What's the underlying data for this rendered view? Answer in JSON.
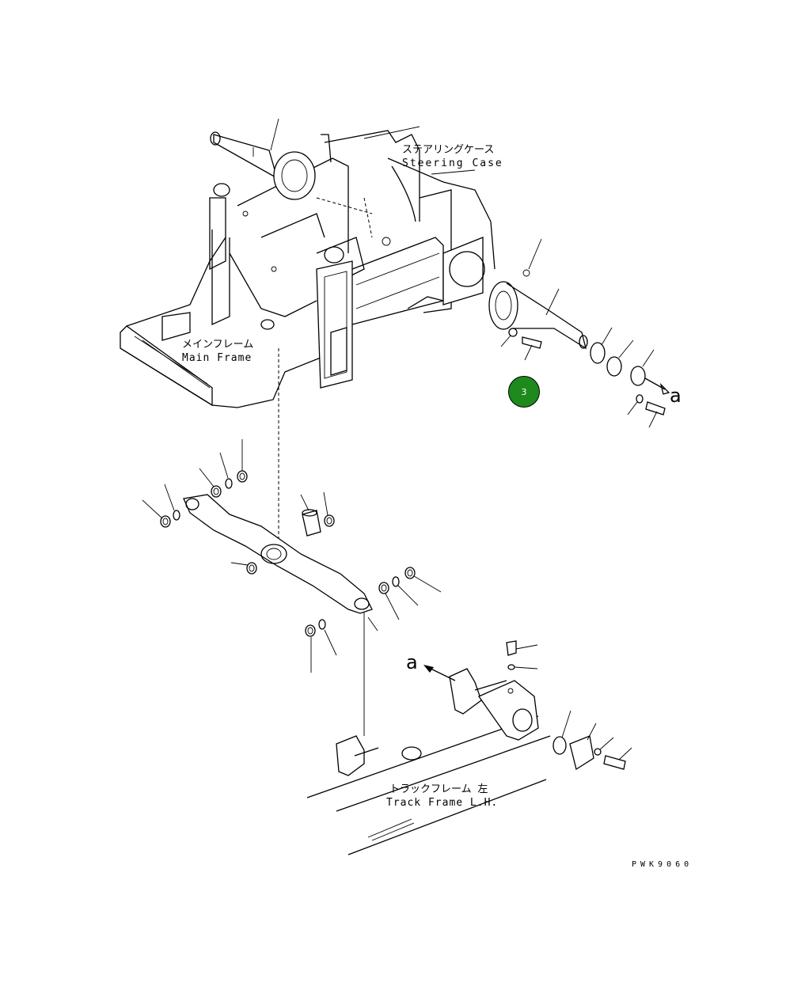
{
  "labels": {
    "steering_case_jp": "ステアリングケース",
    "steering_case_en": "Steering Case",
    "main_frame_jp": "メインフレーム",
    "main_frame_en": "Main Frame",
    "track_frame_jp": "トラックフレーム 左",
    "track_frame_en": "Track Frame L.H."
  },
  "references": {
    "ref_a_right": "a",
    "ref_a_lower": "a"
  },
  "drawing_code": "PWK9060",
  "callout": {
    "number": "3",
    "color": "#1e8a1e"
  }
}
